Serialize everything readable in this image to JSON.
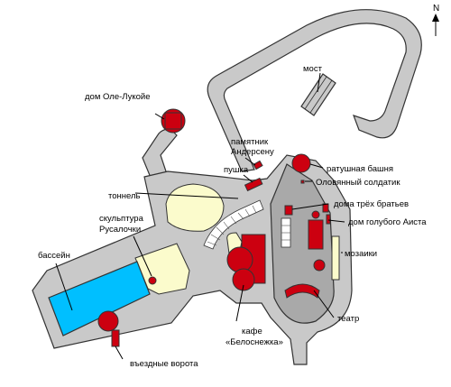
{
  "compass": {
    "label": "N"
  },
  "labels": {
    "bridge": "мост",
    "ole_house": "дом Оле-Лукойе",
    "andersen_monument": "памятник\nАндерсену",
    "cannon": "пушка",
    "tunnel": "тоннель",
    "mermaid_sculpture": "скульптура\nРусалочки",
    "pool": "бассейн",
    "entrance_gate": "въездные ворота",
    "cafe": "кафе\n«Белоснежка»",
    "town_hall_tower": "ратушная башня",
    "tin_soldier": "Оловянный солдатик",
    "three_brothers_houses": "дома трёх братьев",
    "blue_stork_house": "дом голубого Аиста",
    "mosaics": "мозаики",
    "theatre": "театр"
  },
  "colors": {
    "building": "#cc0010",
    "water": "#00bfff",
    "lawn": "#fbfbcc",
    "ground": "#c9c9c9",
    "ground_dark": "#a9a9a9"
  }
}
